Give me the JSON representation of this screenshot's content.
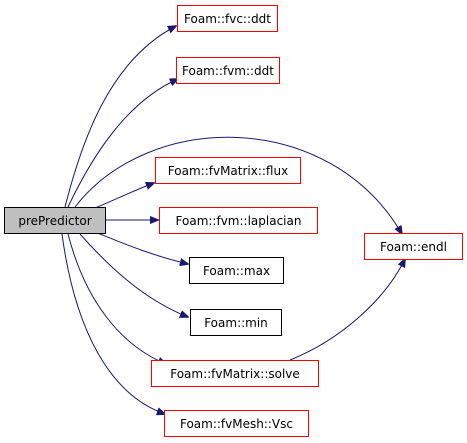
{
  "colors": {
    "edge": "#191970",
    "root_fill": "#bfbfbf",
    "root_stroke": "#000000",
    "linked_stroke": "#ff0000",
    "plain_stroke": "#000000",
    "background": "#ffffff"
  },
  "nodes": {
    "root": {
      "label": "prePredictor"
    },
    "fvc_ddt": {
      "label": "Foam::fvc::ddt"
    },
    "fvm_ddt": {
      "label": "Foam::fvm::ddt"
    },
    "fvmatrix_flux": {
      "label": "Foam::fvMatrix::flux"
    },
    "fvm_laplacian": {
      "label": "Foam::fvm::laplacian"
    },
    "max": {
      "label": "Foam::max"
    },
    "min": {
      "label": "Foam::min"
    },
    "fvmatrix_solve": {
      "label": "Foam::fvMatrix::solve"
    },
    "fvmesh_vsc": {
      "label": "Foam::fvMesh::Vsc"
    },
    "endl": {
      "label": "Foam::endl"
    }
  }
}
